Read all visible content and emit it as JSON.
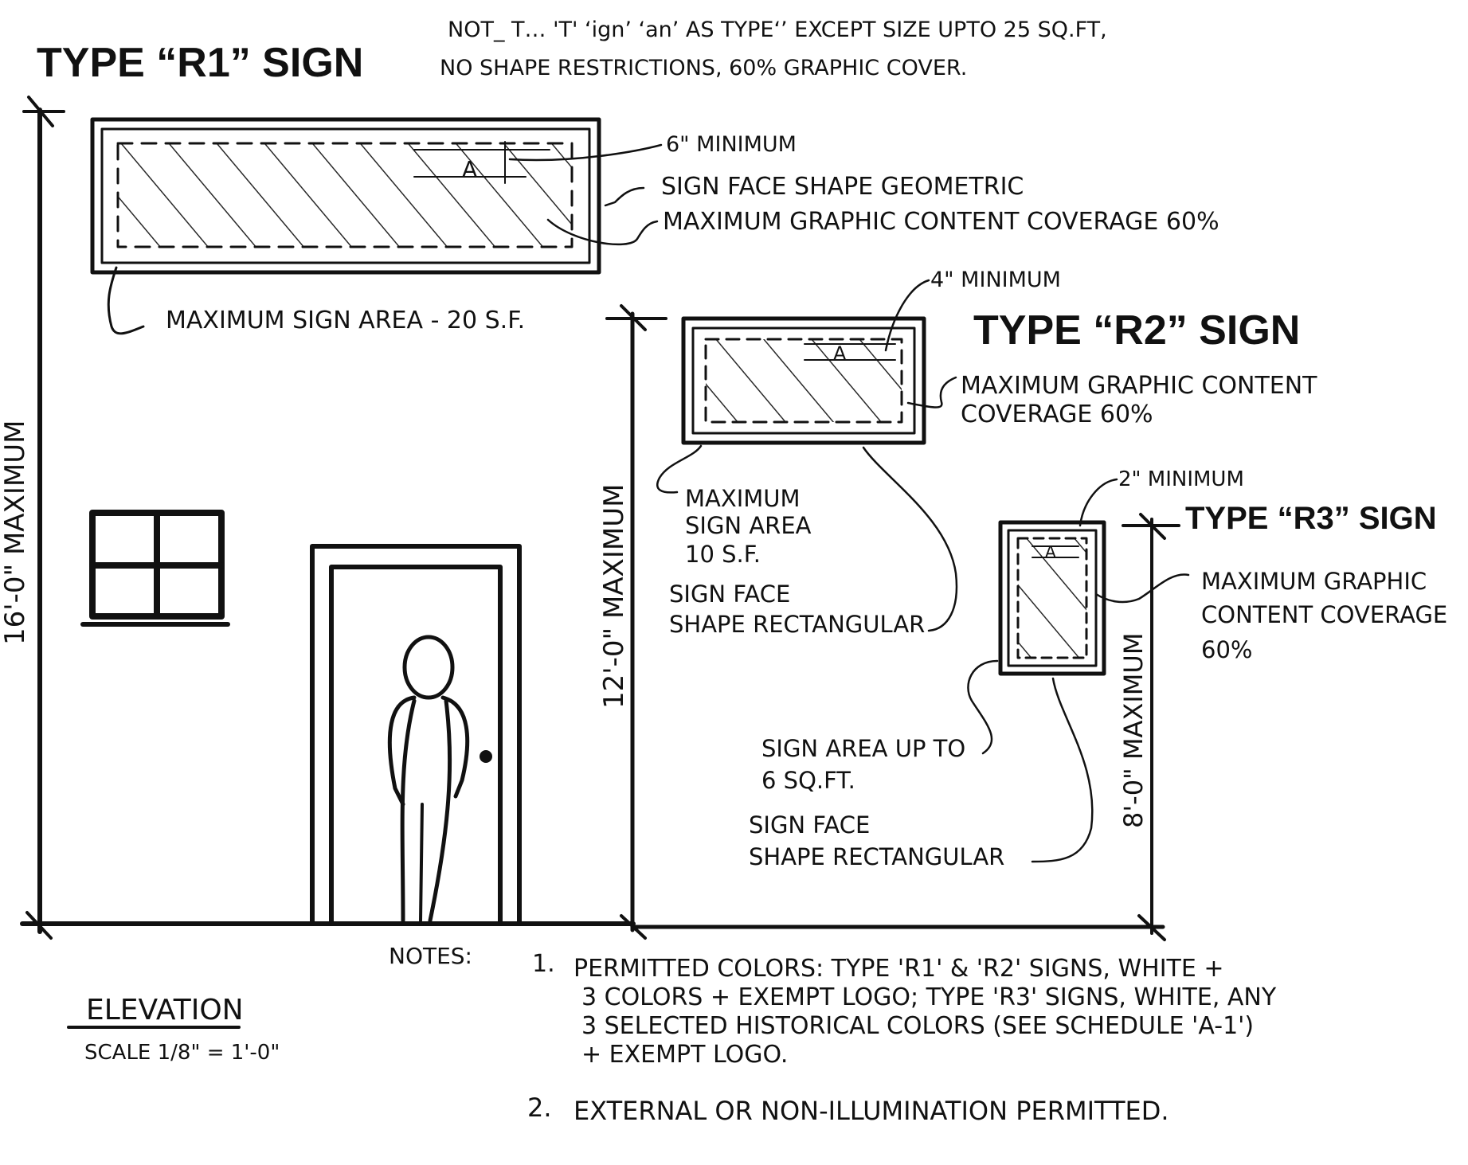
{
  "r1": {
    "title": "TYPE “R1” SIGN",
    "header_note_line1": "NOT_ T… 'T' ‘ign’ ‘an’ AS TYPE‘’ EXCEPT SIZE UPTO 25 SQ.FT,",
    "header_note_line2": "NO SHAPE RESTRICTIONS, 60% GRAPHIC COVER.",
    "margin_label": "6\" MINIMUM",
    "margin_marker": "A",
    "shape_label": "SIGN FACE SHAPE GEOMETRIC",
    "coverage_label": "MAXIMUM GRAPHIC CONTENT COVERAGE 60%",
    "area_label": "MAXIMUM SIGN AREA - 20 S.F.",
    "height_label": "16'-0\" MAXIMUM"
  },
  "r2": {
    "title": "TYPE “R2” SIGN",
    "margin_label": "4\" MINIMUM",
    "margin_marker": "A",
    "coverage_line1": "MAXIMUM GRAPHIC CONTENT",
    "coverage_line2": "COVERAGE 60%",
    "area_line1": "MAXIMUM",
    "area_line2": "SIGN AREA",
    "area_line3": "10 S.F.",
    "shape_line1": "SIGN FACE",
    "shape_line2": "SHAPE RECTANGULAR",
    "height_label": "12'-0\" MAXIMUM"
  },
  "r3": {
    "title": "TYPE “R3” SIGN",
    "margin_label": "2\" MINIMUM",
    "margin_marker": "A",
    "coverage_line1": "MAXIMUM GRAPHIC",
    "coverage_line2": "CONTENT COVERAGE",
    "coverage_line3": "60%",
    "area_line1": "SIGN AREA UP TO",
    "area_line2": "6 SQ.FT.",
    "shape_line1": "SIGN FACE",
    "shape_line2": "SHAPE RECTANGULAR",
    "height_label": "8'-0\" MAXIMUM"
  },
  "notes": {
    "heading": "NOTES:",
    "n1_num": "1.",
    "n1_line1": "PERMITTED COLORS: TYPE 'R1' & 'R2' SIGNS, WHITE +",
    "n1_line2": "3 COLORS + EXEMPT LOGO; TYPE 'R3' SIGNS, WHITE, ANY",
    "n1_line3": "3 SELECTED HISTORICAL COLORS (SEE SCHEDULE 'A-1')",
    "n1_line4": "+ EXEMPT LOGO.",
    "n2_num": "2.",
    "n2_line1": "EXTERNAL OR NON-ILLUMINATION PERMITTED."
  },
  "elevation": {
    "title": "ELEVATION",
    "scale": "SCALE 1/8\" = 1'-0\""
  }
}
